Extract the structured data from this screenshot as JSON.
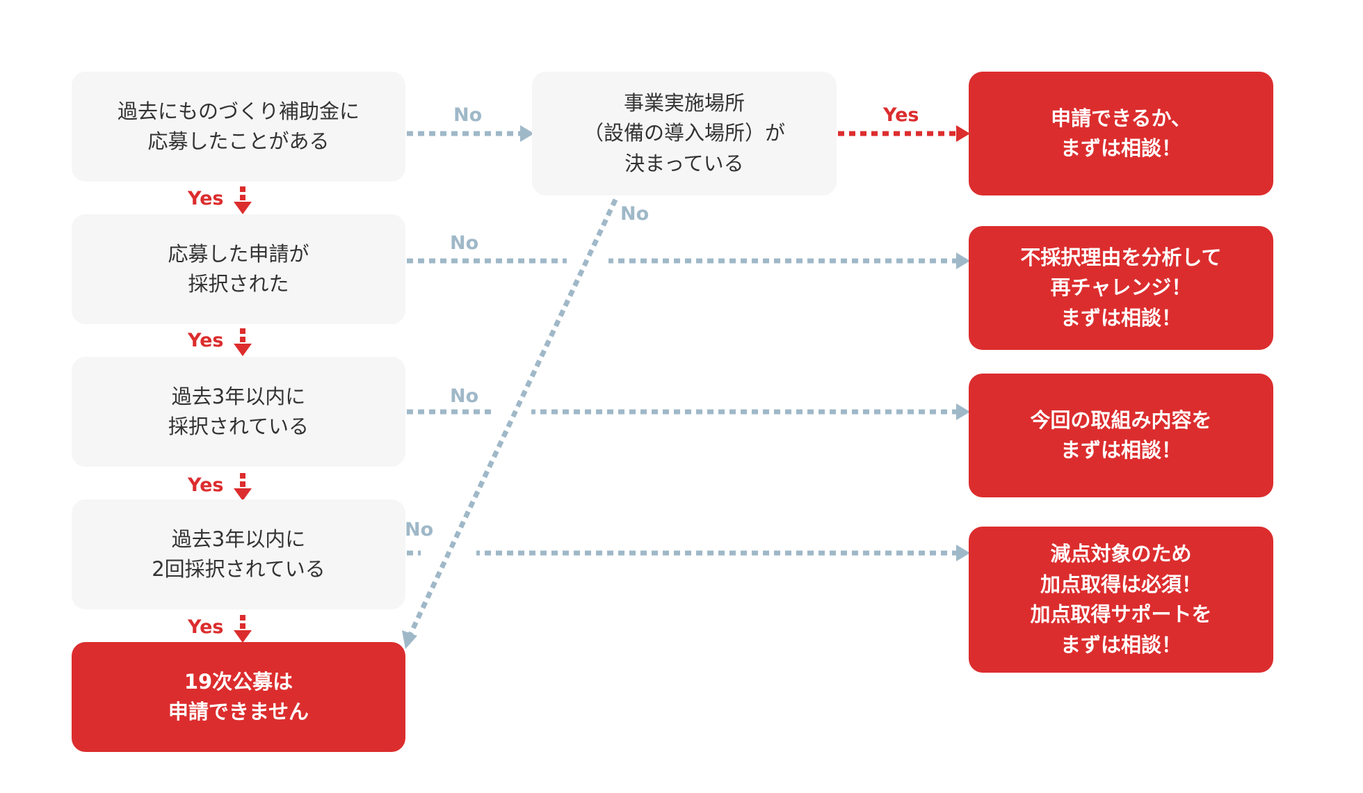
{
  "colors": {
    "accent_red": "#dc2d2e",
    "question_bg": "#f6f6f6",
    "question_text": "#333333",
    "no_path": "#9fb8c8",
    "answer_text": "#ffffff"
  },
  "questions": [
    {
      "id": "q1",
      "text": "過去にものづくり補助金に\n応募したことがある"
    },
    {
      "id": "q2",
      "text": "応募した申請が\n採択された"
    },
    {
      "id": "q3",
      "text": "過去3年以内に\n採択されている"
    },
    {
      "id": "q4",
      "text": "過去3年以内に\n2回採択されている"
    },
    {
      "id": "q5",
      "text": "事業実施場所\n（設備の導入場所）が\n決まっている"
    }
  ],
  "outcomes": [
    {
      "id": "cannot",
      "text": "19次公募は\n申請できません"
    },
    {
      "id": "consult_apply",
      "text": "申請できるか、\nまずは相談！"
    },
    {
      "id": "reanalyze",
      "text": "不採択理由を分析して\n再チャレンジ！\nまずは相談！"
    },
    {
      "id": "content",
      "text": "今回の取組み内容を\nまずは相談！"
    },
    {
      "id": "deduction",
      "text": "減点対象のため\n加点取得は必須！\n加点取得サポートを\nまずは相談！"
    }
  ],
  "edge_labels": {
    "yes": "Yes",
    "no": "No"
  }
}
